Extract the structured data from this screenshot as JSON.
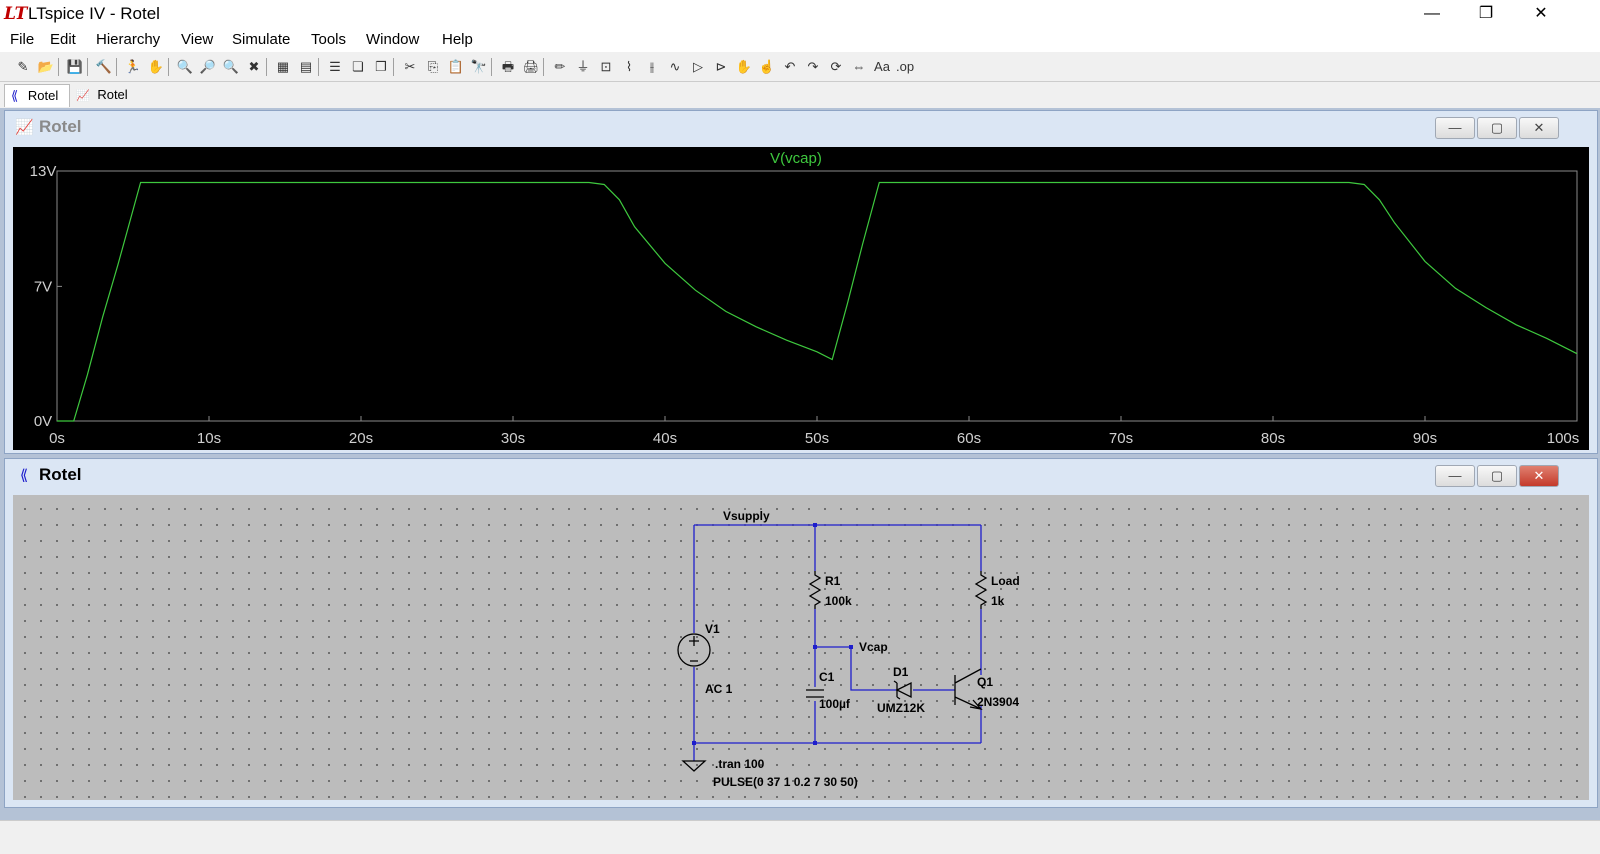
{
  "app": {
    "logo": "LT",
    "title": "LTspice IV - Rotel"
  },
  "window_controls": {
    "minimize": "—",
    "restore": "❐",
    "close": "✕"
  },
  "menu": [
    "File",
    "Edit",
    "Hierarchy",
    "View",
    "Simulate",
    "Tools",
    "Window",
    "Help"
  ],
  "toolbar_icons": [
    "new-schematic-icon",
    "open-icon",
    "save-icon",
    "control-panel-icon",
    "run-icon",
    "halt-icon",
    "zoom-in-icon",
    "zoom-pan-icon",
    "zoom-out-icon",
    "zoom-cancel-icon",
    "autorange-icon",
    "plot-settings-icon",
    "tile-horizontal-icon",
    "cascade-icon",
    "tile-vertical-icon",
    "cut-icon",
    "copy-icon",
    "paste-icon",
    "find-icon",
    "print-preview-icon",
    "print-icon",
    "draw-wire-icon",
    "ground-icon",
    "label-net-icon",
    "resistor-icon",
    "capacitor-icon",
    "inductor-icon",
    "diode-icon",
    "component-icon",
    "move-icon",
    "drag-icon",
    "undo-icon",
    "redo-icon",
    "rotate-icon",
    "mirror-icon",
    "text-icon",
    "spice-directive-icon"
  ],
  "toolbar_glyphs": [
    "✎",
    "📂",
    "💾",
    "🔨",
    "🏃",
    "✋",
    "🔍",
    "🔎",
    "🔍",
    "✖",
    "▦",
    "▤",
    "☰",
    "❏",
    "❐",
    "✂",
    "⎘",
    "📋",
    "🔭",
    "🖶",
    "🖨",
    "✏",
    "⏚",
    "⊡",
    "⌇",
    "⫲",
    "∿",
    "▷",
    "⊳",
    "✋",
    "☝",
    "↶",
    "↷",
    "⟳",
    "⇔",
    "Aa",
    ".op"
  ],
  "tabs": [
    {
      "label": "Rotel",
      "glyph": "⟪"
    },
    {
      "label": "Rotel",
      "glyph": "📈"
    }
  ],
  "plot_window": {
    "title": "Rotel",
    "icon_glyph": "📈"
  },
  "schematic_window": {
    "title": "Rotel",
    "icon_glyph": "⟪"
  },
  "subwin_buttons": {
    "minimize": "—",
    "restore": "▢",
    "close": "✕"
  },
  "chart_data": {
    "type": "line",
    "series": [
      {
        "name": "V(vcap)",
        "color": "#3ec83e",
        "points": [
          [
            0,
            0
          ],
          [
            1.1,
            0
          ],
          [
            2,
            2.4
          ],
          [
            3,
            5.4
          ],
          [
            4,
            8.1
          ],
          [
            5.5,
            12.4
          ],
          [
            35,
            12.4
          ],
          [
            36,
            12.3
          ],
          [
            37,
            11.5
          ],
          [
            38,
            10.1
          ],
          [
            40,
            8.2
          ],
          [
            42,
            6.8
          ],
          [
            44,
            5.7
          ],
          [
            46,
            4.9
          ],
          [
            48,
            4.2
          ],
          [
            50,
            3.6
          ],
          [
            51,
            3.2
          ],
          [
            52,
            6.1
          ],
          [
            53,
            9.2
          ],
          [
            54.1,
            12.4
          ],
          [
            85,
            12.4
          ],
          [
            86,
            12.3
          ],
          [
            87,
            11.5
          ],
          [
            88,
            10.3
          ],
          [
            90,
            8.3
          ],
          [
            92,
            6.9
          ],
          [
            94,
            5.9
          ],
          [
            96,
            5.0
          ],
          [
            98,
            4.3
          ],
          [
            100,
            3.5
          ]
        ]
      }
    ],
    "xlabel": "",
    "ylabel": "",
    "xlim": [
      0,
      100
    ],
    "ylim": [
      0,
      13
    ],
    "xticks": [
      "0s",
      "10s",
      "20s",
      "30s",
      "40s",
      "50s",
      "60s",
      "70s",
      "80s",
      "90s",
      "100s"
    ],
    "yticks": [
      "0V",
      "7V",
      "13V"
    ],
    "ytick_values": [
      0,
      7,
      13
    ],
    "grid": false
  },
  "schematic": {
    "net_vsupply": "Vsupply",
    "net_vcap": "Vcap",
    "r1": {
      "name": "R1",
      "value": "100k"
    },
    "load": {
      "name": "Load",
      "value": "1k"
    },
    "v1": {
      "name": "V1",
      "value": "AC 1"
    },
    "c1": {
      "name": "C1",
      "value": "100µf"
    },
    "d1": {
      "name": "D1",
      "value": "UMZ12K"
    },
    "q1": {
      "name": "Q1",
      "value": "2N3904"
    },
    "directive_tran": ".tran 100",
    "directive_pulse": "PULSE(0 37 1 0.2 7 30 50)",
    "wire_color": "#1e1ecc"
  }
}
